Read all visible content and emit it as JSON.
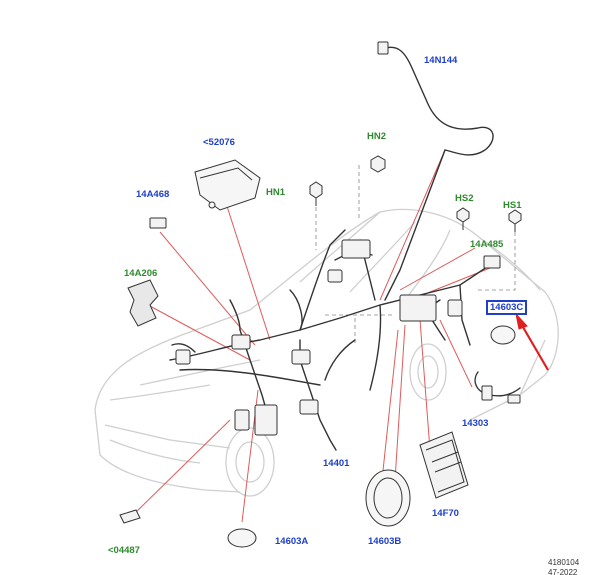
{
  "callouts": {
    "c14N144": "14N144",
    "cHN2": "HN2",
    "c52076": "<52076",
    "cHN1": "HN1",
    "c14A468": "14A468",
    "cHS2": "HS2",
    "cHS1": "HS1",
    "c14A485": "14A485",
    "c14A206": "14A206",
    "c14603C": "14603C",
    "c14303": "14303",
    "c14401": "14401",
    "c14F70": "14F70",
    "c04487": "<04487",
    "c14603A": "14603A",
    "c14603B": "14603B"
  },
  "reference": {
    "number": "4180104",
    "date": "47-2022"
  },
  "colors": {
    "part_number": "#1f3fc8",
    "fastener": "#2f8a2f",
    "leader": "#e05a5a",
    "arrow": "#e02020",
    "body_outline": "#cfcfcf",
    "harness": "#333333"
  }
}
